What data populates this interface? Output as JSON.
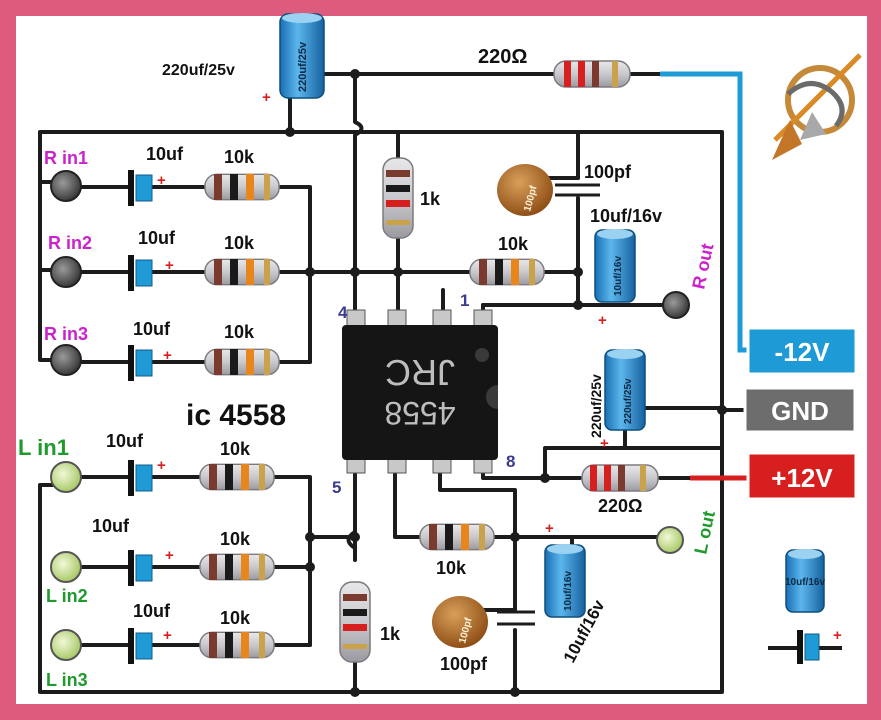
{
  "chip": {
    "part": "4558",
    "maker": "JRC",
    "title": "ic 4558"
  },
  "pins": {
    "p1": "1",
    "p4": "4",
    "p5": "5",
    "p8": "8"
  },
  "power": {
    "neg": "-12V",
    "gnd": "GND",
    "pos": "+12V",
    "neg_color": "#1e9ad6",
    "gnd_color": "#6d6d6d",
    "pos_color": "#d81f1f"
  },
  "right_inputs": {
    "in1": "R in1",
    "in2": "R in2",
    "in3": "R in3",
    "color": "#cc22cc"
  },
  "left_inputs": {
    "in1": "L in1",
    "in2": "L in2",
    "in3": "L in3",
    "color": "#1f9a2c"
  },
  "outputs": {
    "r_out": "R out",
    "l_out": "L out"
  },
  "values": {
    "cap_10uf": "10uf",
    "res_10k": "10k",
    "res_1k": "1k",
    "res_220": "220Ω",
    "cap_100pf": "100pf",
    "cap_10uf_16v": "10uf/16v",
    "cap_220uf_25v": "220uf/25v",
    "body_10uf_16v": "10uf/16v",
    "body_220uf_25v": "220uf/25v",
    "ceramic_body": "100pf",
    "plus": "+"
  },
  "legend": {
    "cap_body": "10uf/16v",
    "plus": "+"
  }
}
